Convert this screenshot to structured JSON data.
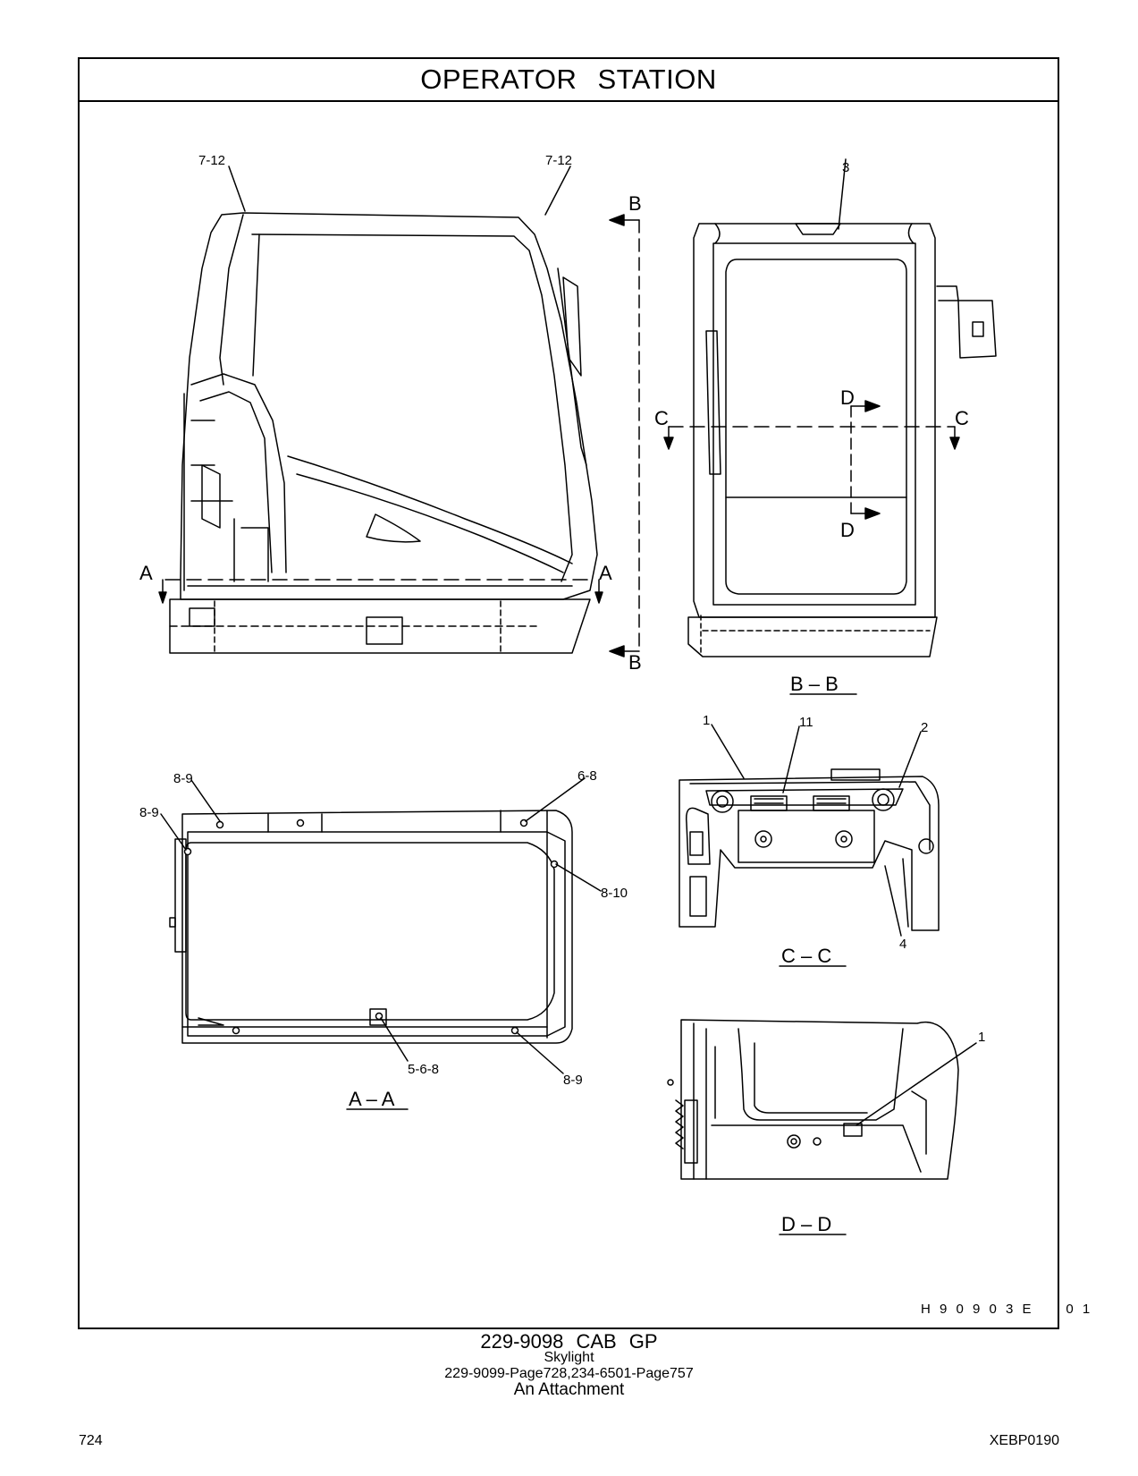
{
  "header": {
    "title": "OPERATOR   STATION"
  },
  "views": {
    "side": {
      "callouts": [
        "7-12",
        "7-12"
      ]
    },
    "bb": {
      "title": "B – B",
      "callouts": [
        "3"
      ],
      "markers": [
        "B",
        "B",
        "C",
        "C",
        "D",
        "D"
      ]
    },
    "aa": {
      "title": "A – A",
      "callouts": [
        "8-9",
        "8-9",
        "6-8",
        "8-10",
        "5-6-8",
        "8-9"
      ],
      "markers": [
        "A",
        "A"
      ]
    },
    "cc": {
      "title": "C – C",
      "callouts": [
        "1",
        "11",
        "2",
        "4"
      ]
    },
    "dd": {
      "title": "D – D",
      "callouts": [
        "1"
      ]
    }
  },
  "illustration_code": "H 9 0 9 0 3 E     0 1",
  "footer": {
    "line1": "229-9098   CAB  GP",
    "line2": "Skylight",
    "line3": "229-9099-Page728,234-6501-Page757",
    "line4": "An Attachment",
    "page_number": "724",
    "doc_code": "XEBP0190"
  }
}
